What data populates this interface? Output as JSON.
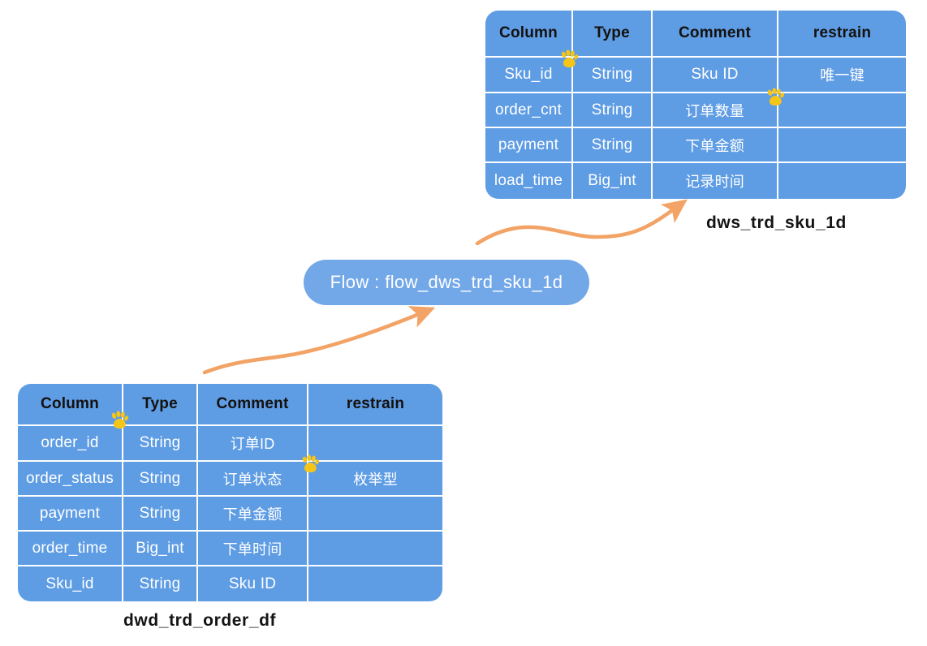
{
  "diagram": {
    "title": "dws_trd_sku_1d data flow",
    "background_color": "#ffffff",
    "table_fill_color": "#5e9ce4",
    "flow_fill_color": "#72a7e8",
    "arrow_color": "#f2a365",
    "paw_color": "#f5c518",
    "border_color": "#ffffff"
  },
  "flow": {
    "label": "Flow : flow_dws_trd_sku_1d"
  },
  "tables": {
    "target": {
      "caption": "dws_trd_sku_1d",
      "headers": [
        "Column",
        "Type",
        "Comment",
        "restrain"
      ],
      "rows": [
        {
          "column": "Sku_id",
          "type": "String",
          "comment": "Sku  ID",
          "restrain": "唯一键"
        },
        {
          "column": "order_cnt",
          "type": "String",
          "comment": "订单数量",
          "restrain": ""
        },
        {
          "column": "payment",
          "type": "String",
          "comment": "下单金额",
          "restrain": ""
        },
        {
          "column": "load_time",
          "type": "Big_int",
          "comment": "记录时间",
          "restrain": ""
        }
      ]
    },
    "source": {
      "caption": "dwd_trd_order_df",
      "headers": [
        "Column",
        "Type",
        "Comment",
        "restrain"
      ],
      "rows": [
        {
          "column": "order_id",
          "type": "String",
          "comment": "订单ID",
          "restrain": ""
        },
        {
          "column": "order_status",
          "type": "String",
          "comment": "订单状态",
          "restrain": "枚举型"
        },
        {
          "column": "payment",
          "type": "String",
          "comment": "下单金额",
          "restrain": ""
        },
        {
          "column": "order_time",
          "type": "Big_int",
          "comment": "下单时间",
          "restrain": ""
        },
        {
          "column": "Sku_id",
          "type": "String",
          "comment": "Sku  ID",
          "restrain": ""
        }
      ]
    }
  },
  "icons": {
    "paw": "paw-print-icon",
    "arrow": "curved-arrow-icon"
  },
  "arrows": [
    {
      "name": "arrow-flow-to-target",
      "from": "flow-box",
      "to": "table-dws"
    },
    {
      "name": "arrow-source-to-flow",
      "from": "table-dwd",
      "to": "flow-box"
    }
  ]
}
